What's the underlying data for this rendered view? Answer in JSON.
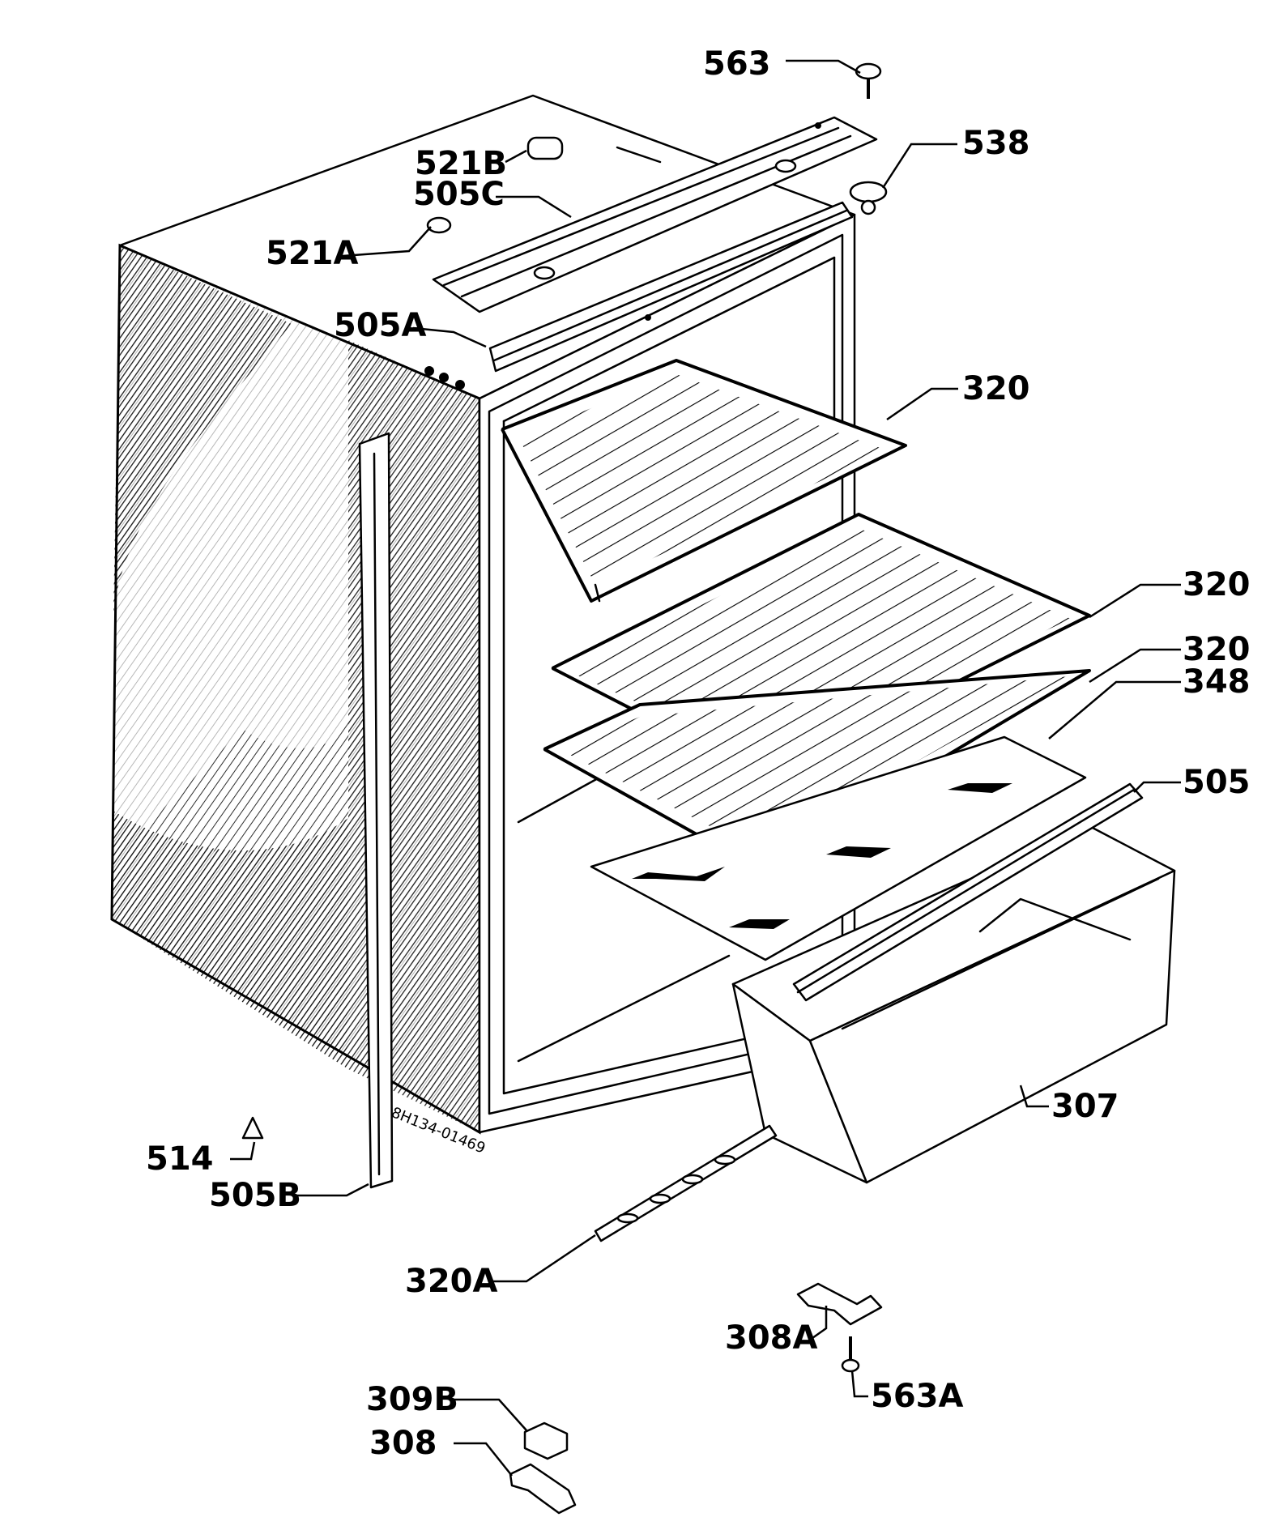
{
  "drawing_code": "8H134-01469",
  "labels": {
    "p563": "563",
    "p538": "538",
    "p521b": "521B",
    "p505c": "505C",
    "p521a": "521A",
    "p505a": "505A",
    "p320_top": "320",
    "p320_mid": "320",
    "p320_low": "320",
    "p348": "348",
    "p505": "505",
    "p307": "307",
    "p514": "514",
    "p505b": "505B",
    "p320a": "320A",
    "p308a": "308A",
    "p563a": "563A",
    "p309b": "309B",
    "p308": "308"
  }
}
